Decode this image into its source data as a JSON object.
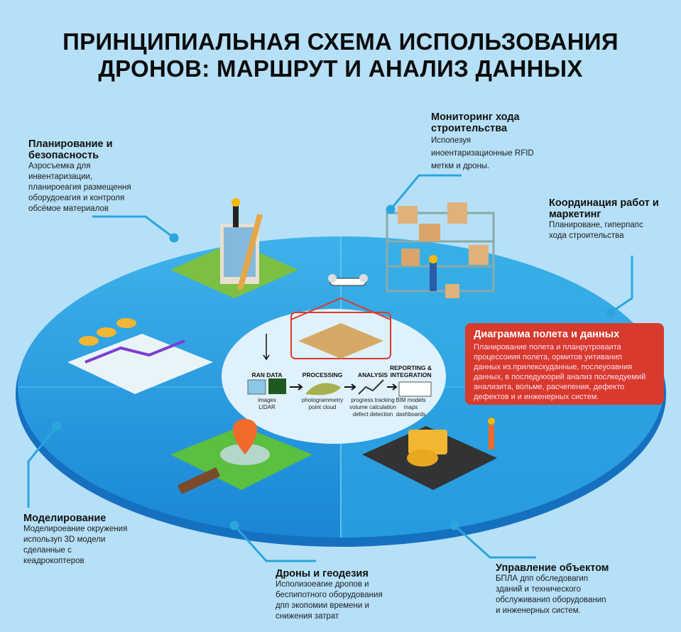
{
  "title": {
    "line1": "ПРИНЦИПИАЛЬНАЯ СХЕМА ИСПОЛЬЗОВАНИЯ",
    "line2": "ДРОНОВ: МАРШРУТ И АНАЛИЗ ДАННЫХ"
  },
  "blocks": {
    "planning": {
      "title": "Планирование и безопасность",
      "text": "Азросъемка для\nинвентаризации,\nпланироеагия размещення\nоборудоеагия и контроля\nобсёмое материалов"
    },
    "monitoring": {
      "title": "Мониторинг хода строительства",
      "text": "Испопезуя\nиноентаризационные RFID\nметкм и дроны."
    },
    "coordination": {
      "title": "Координация работ и маркетинг",
      "text": "Планироване, гиперпапс\nхода строительства"
    },
    "modeling": {
      "title": "Моделирование",
      "text": "Моделироеание окружения\nиспользуп 3D модели\nсделанные с\nкеадрокоптеров"
    },
    "geodesy": {
      "title": "Дроны и геодезия",
      "text": "Исполизоеаrие дропов и\nбеспипотного оборудования\nдпп экопомии времени и\nснижения затрат"
    },
    "facility": {
      "title": "Управление объектом",
      "text": "БПЛА дпп обследоваrиn\nзданий и технического\nобслуживанип оборудованиn\nи инженерных систем."
    }
  },
  "callout": {
    "title": "Диаграмма полета и данных",
    "text": "Планирование полета и планрутроваита\nпроцессоиия полета, ормитов уитиванип\nданных из.прилекскуданные, послеуоавния\nданных, в последуюорий анализ послкедуемий\nанализита, вольме, расчепения, дефекто\nдефектов и и инженерных систем."
  },
  "pipeline": [
    {
      "label": "RAN DATA",
      "caption": "images\nLIDAR"
    },
    {
      "label": "PROCESSING",
      "caption": "photogrammetry\npoint cloud"
    },
    {
      "label": "ANALYSIS",
      "caption": "progress tracking\nvolume calculation\ndefect detection"
    },
    {
      "label": "REPORTING & INTEGRATION",
      "caption": "BIM models\nmaps\ndashboards"
    }
  ],
  "colors": {
    "background": "#b6e0f7",
    "ring": "#2a9ee0",
    "ring_dark": "#1b7fd0",
    "inner": "#dff1fb",
    "callout": "#d83a2e",
    "connector": "#2aa6dd"
  }
}
